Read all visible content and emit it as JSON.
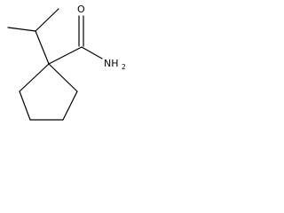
{
  "atoms": {
    "oxygen": "O",
    "amine_n": "NH",
    "amine_sub": "2"
  },
  "colors": {
    "bond": "#000000",
    "text": "#000000",
    "background": "#ffffff"
  }
}
